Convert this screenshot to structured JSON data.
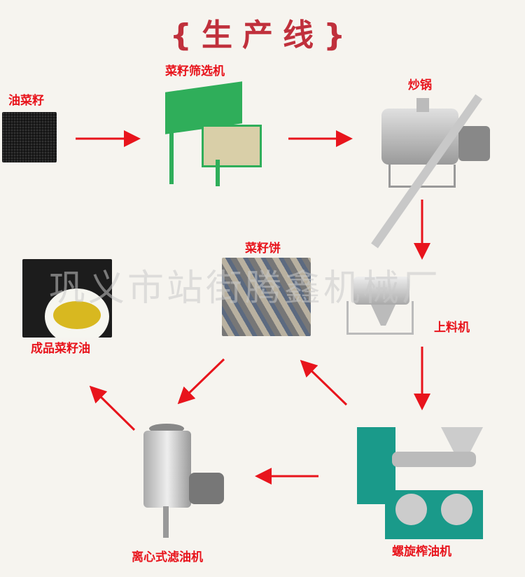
{
  "title": "{生产线}",
  "watermark": "巩义市站街腾鑫机械厂",
  "accent_color": "#e8141c",
  "steps": [
    {
      "label": "油菜籽"
    },
    {
      "label": "菜籽筛选机"
    },
    {
      "label": "炒锅"
    },
    {
      "label": "上料机"
    },
    {
      "label": "螺旋榨油机"
    },
    {
      "label": "离心式滤油机"
    },
    {
      "label": "菜籽饼"
    },
    {
      "label": "成品菜籽油"
    }
  ]
}
